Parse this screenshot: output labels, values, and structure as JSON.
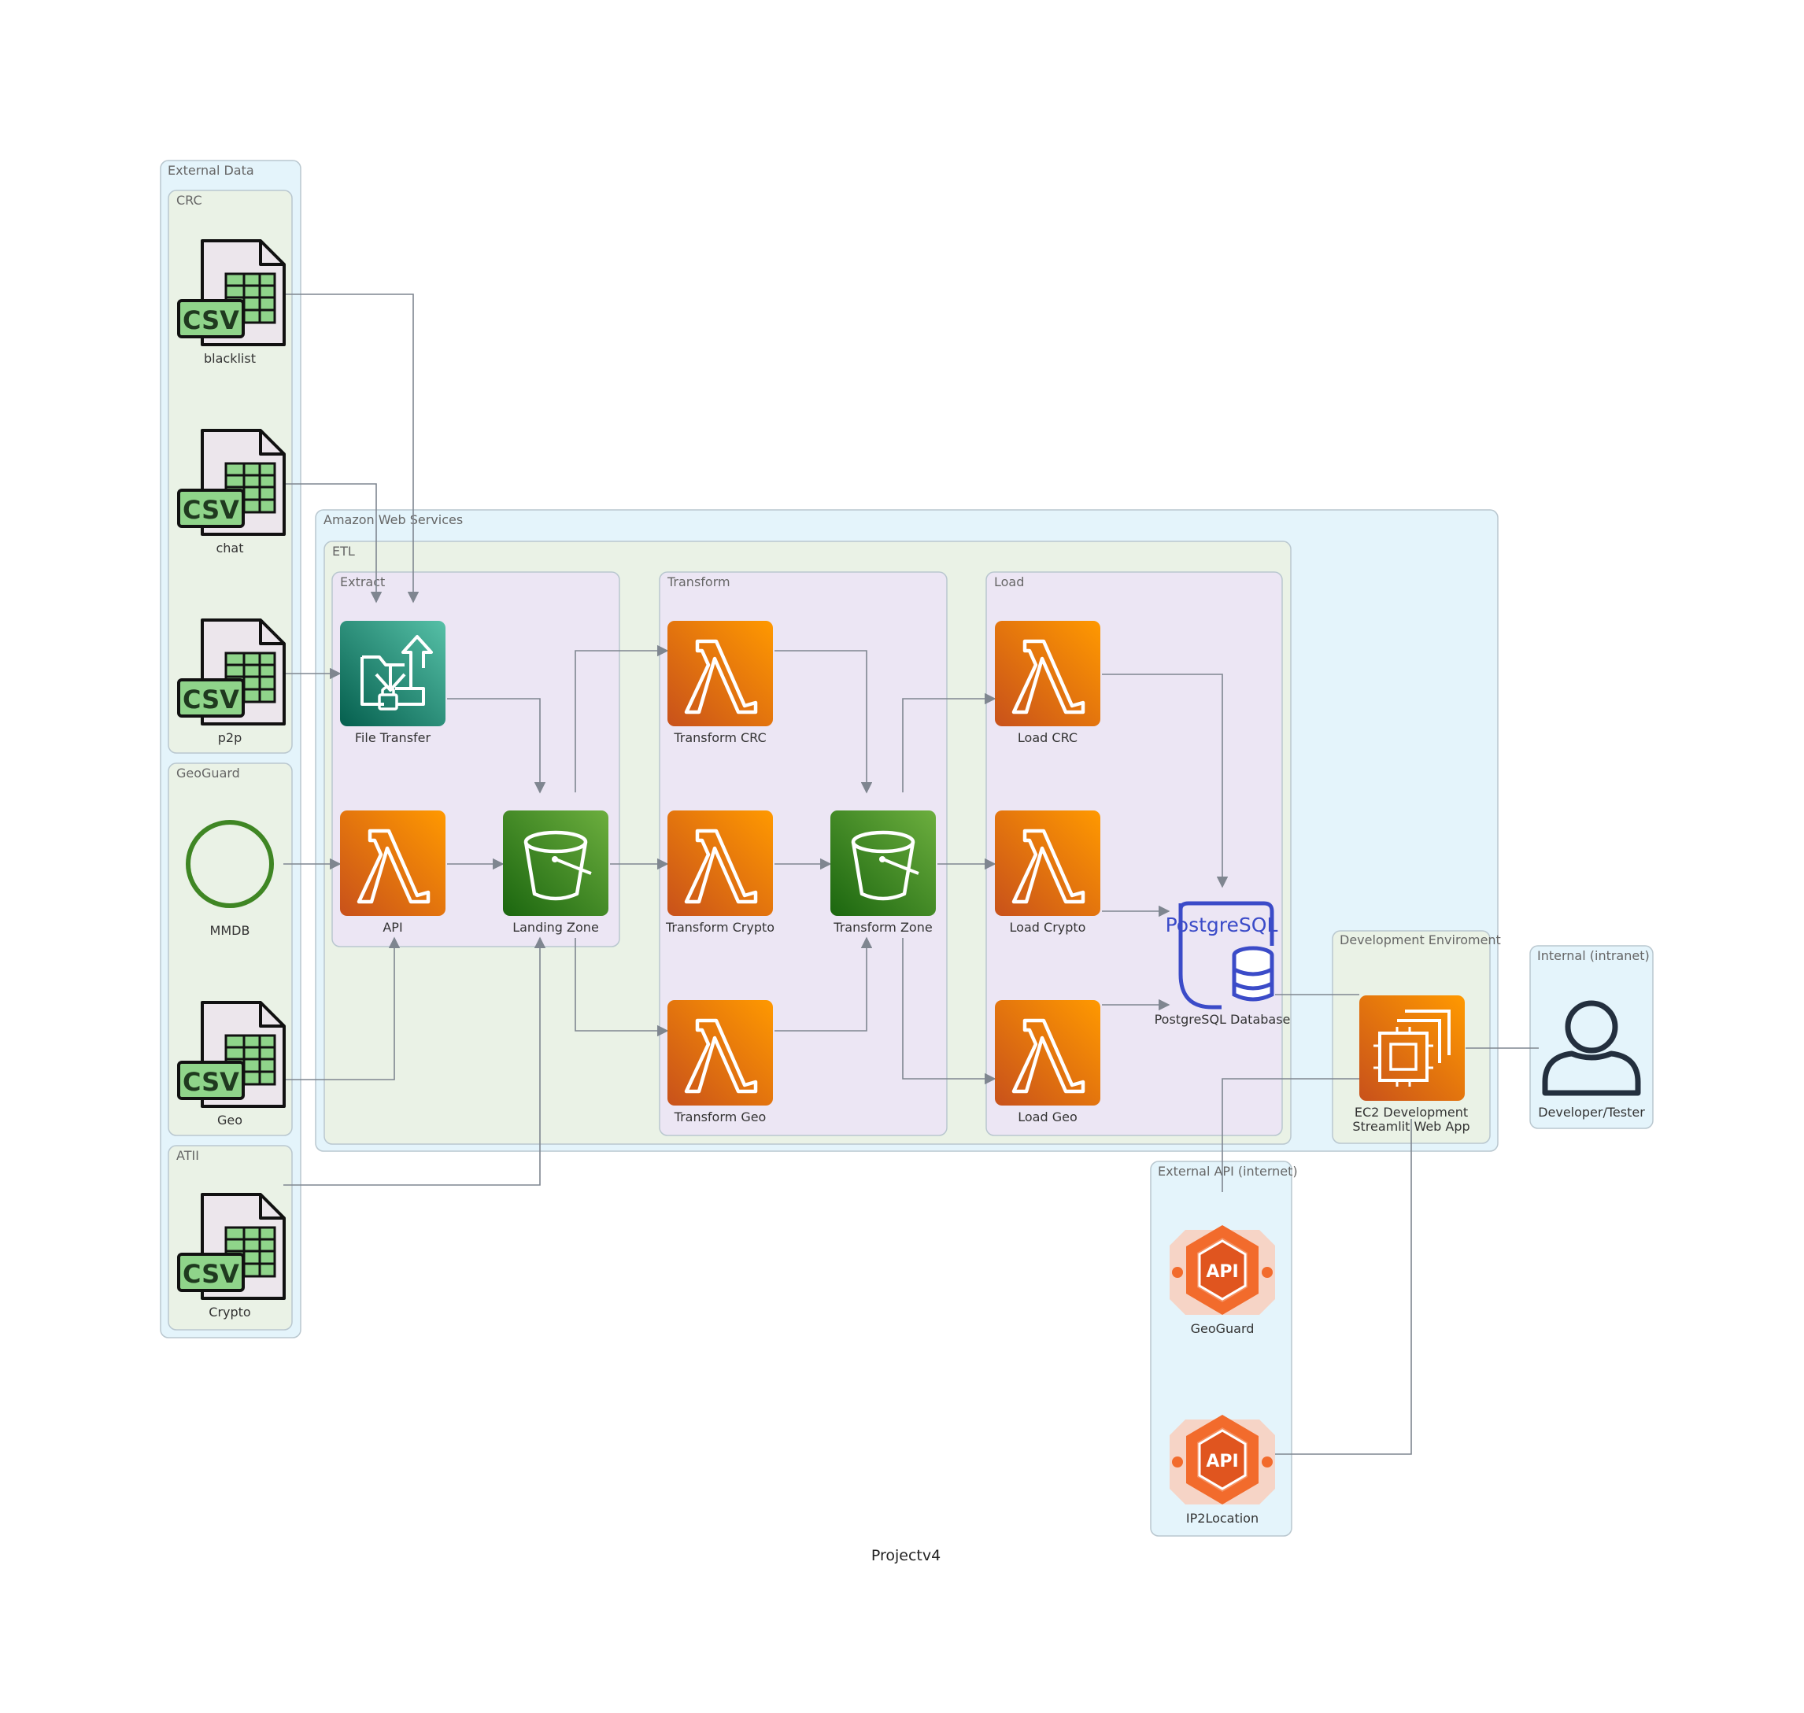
{
  "title": "Projectv4",
  "colors": {
    "outer_cluster_bg": "#e4f4fb",
    "inner_cluster_bg": "#eaf2e6",
    "stage_cluster_bg": "#ece6f4",
    "cluster_border": "#b9c7cf",
    "edge": "#7f8690",
    "lambda_orange": "#ed7100",
    "s3_green": "#3f8624",
    "transfer_teal": "#1b7f6e",
    "csv_green": "#8fd48a",
    "postgres_blue": "#3b4bc8",
    "api_orange": "#f05a28",
    "user_dark": "#232f3e"
  },
  "clusters": {
    "external_data": "External Data",
    "crc": "CRC",
    "geoguard": "GeoGuard",
    "atii": "ATII",
    "aws": "Amazon Web Services",
    "etl": "ETL",
    "extract": "Extract",
    "transform": "Transform",
    "load": "Load",
    "dev_env": "Development Enviroment",
    "internal": "Internal (intranet)",
    "external_api": "External API (internet)"
  },
  "icon_text": {
    "csv": "CSV",
    "api": "API",
    "postgres": "PostgreSQL"
  },
  "nodes": {
    "blacklist": {
      "label": "blacklist",
      "icon": "csv-file-icon"
    },
    "chat": {
      "label": "chat",
      "icon": "csv-file-icon"
    },
    "p2p": {
      "label": "p2p",
      "icon": "csv-file-icon"
    },
    "mmdb": {
      "label": "MMDB",
      "icon": "circle-icon"
    },
    "geo": {
      "label": "Geo",
      "icon": "csv-file-icon"
    },
    "crypto": {
      "label": "Crypto",
      "icon": "csv-file-icon"
    },
    "file_transfer": {
      "label": "File Transfer",
      "icon": "transfer-family-icon"
    },
    "api": {
      "label": "API",
      "icon": "lambda-icon"
    },
    "landing_zone": {
      "label": "Landing Zone",
      "icon": "s3-bucket-icon"
    },
    "transform_crc": {
      "label": "Transform CRC",
      "icon": "lambda-icon"
    },
    "transform_crypto": {
      "label": "Transform Crypto",
      "icon": "lambda-icon"
    },
    "transform_geo": {
      "label": "Transform Geo",
      "icon": "lambda-icon"
    },
    "transform_zone": {
      "label": "Transform Zone",
      "icon": "s3-bucket-icon"
    },
    "load_crc": {
      "label": "Load CRC",
      "icon": "lambda-icon"
    },
    "load_crypto": {
      "label": "Load Crypto",
      "icon": "lambda-icon"
    },
    "load_geo": {
      "label": "Load Geo",
      "icon": "lambda-icon"
    },
    "postgres": {
      "label": "PostgreSQL Database",
      "icon": "postgresql-icon"
    },
    "ec2": {
      "label_line1": "EC2 Development",
      "label_line2": "Streamlit Web App",
      "icon": "ec2-icon"
    },
    "developer": {
      "label": "Developer/Tester",
      "icon": "user-icon"
    },
    "geoguard_api": {
      "label": "GeoGuard",
      "icon": "api-icon"
    },
    "ip2location": {
      "label": "IP2Location",
      "icon": "api-icon"
    }
  }
}
